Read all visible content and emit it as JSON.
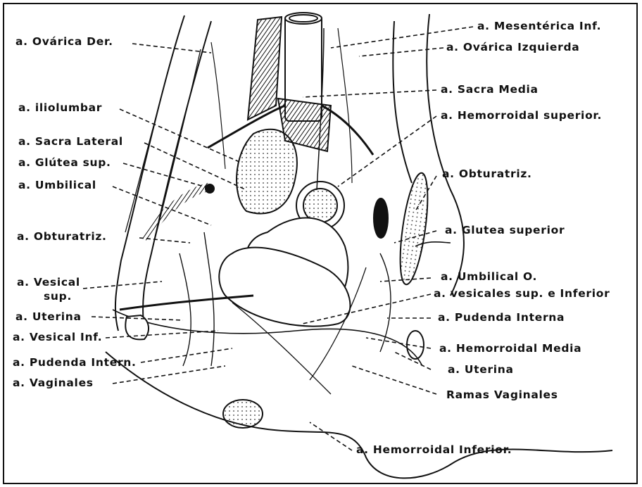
{
  "labels": {
    "ovarica_der": "a. Ovárica Der.",
    "mesenterica_inf": "a. Mesentérica Inf.",
    "ovarica_izq": "a. Ovárica Izquierda",
    "sacra_media": "a. Sacra Media",
    "iliolumbar": "a. iliolumbar",
    "hemorroidal_sup": "a. Hemorroidal superior.",
    "sacra_lateral": "a. Sacra Lateral",
    "glutea_sup_left": "a. Glútea sup.",
    "umbilical_left": "a. Umbilical",
    "obturatriz_right": "a. Obturatriz.",
    "glutea_sup_right": "a. Glutea superior",
    "obturatriz_left": "a. Obturatriz.",
    "umbilical_o": "a. Umbilical O.",
    "vesical_sup_1": "a. Vesical",
    "vesical_sup_2": "sup.",
    "vesicales": "a. vesicales sup. e Inferior",
    "uterina_left": "a. Uterina",
    "pudenda_interna_right": "a. Pudenda Interna",
    "vesical_inf": "a. Vesical Inf.",
    "hemorroidal_media": "a. Hemorroidal Media",
    "pudenda_intern_left": "a. Pudenda Intern.",
    "uterina_right": "a. Uterina",
    "vaginales": "a. Vaginales",
    "ramas_vaginales": "Ramas Vaginales",
    "hemorroidal_inf": "a. Hemorroidal Inferior."
  }
}
